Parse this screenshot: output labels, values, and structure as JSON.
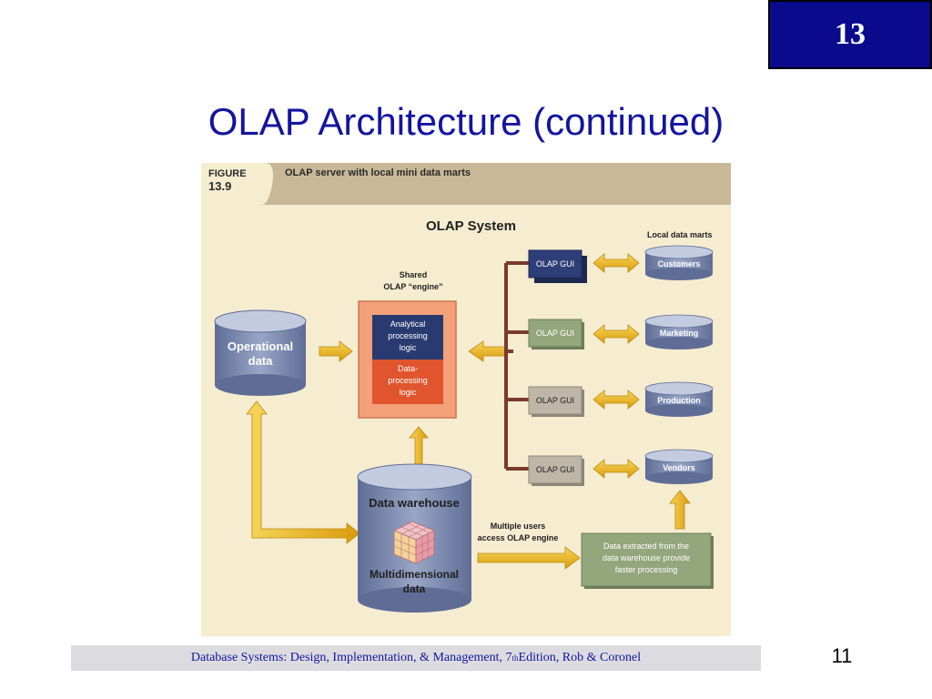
{
  "slide": {
    "chapter_number": "13",
    "title": "OLAP Architecture (continued)",
    "page_number": "11",
    "footer": {
      "text_before_sup": "Database Systems: Design, Implementation, & Management, 7",
      "sup": "th",
      "text_after_sup": " Edition, Rob & Coronel"
    }
  },
  "figure": {
    "label_line1": "FIGURE",
    "label_line2": "13.9",
    "caption": "OLAP server with local mini data marts",
    "system_title": "OLAP System",
    "local_data_marts_label": "Local data marts",
    "shared_engine_line1": "Shared",
    "shared_engine_line2": "OLAP “engine”",
    "analytical": [
      "Analytical",
      "processing",
      "logic"
    ],
    "data_processing": [
      "Data-",
      "processing",
      "logic"
    ],
    "operational": [
      "Operational",
      "data"
    ],
    "warehouse_title": "Data warehouse",
    "multidim": [
      "Multidimensional",
      "data"
    ],
    "multiple_users": [
      "Multiple users",
      "access OLAP engine"
    ],
    "extracted": [
      "Data extracted from the",
      "data warehouse provide",
      "faster processing"
    ],
    "gui_label": "OLAP GUI",
    "marts": [
      "Customers",
      "Marketing",
      "Production",
      "Vendors"
    ],
    "colors": {
      "panel": "#f6ecd0",
      "header_band": "#c8b898",
      "cylinder": "#8896ba",
      "gui_blue": "#2e3e78",
      "gui_green": "#93a67c",
      "gui_gray": "#bfb6a8",
      "engine_frame": "#f4a07a",
      "analytical": "#283a70",
      "data_processing": "#e0552e",
      "arrow": "#f0b81c",
      "connector": "#7a3a2e"
    }
  }
}
